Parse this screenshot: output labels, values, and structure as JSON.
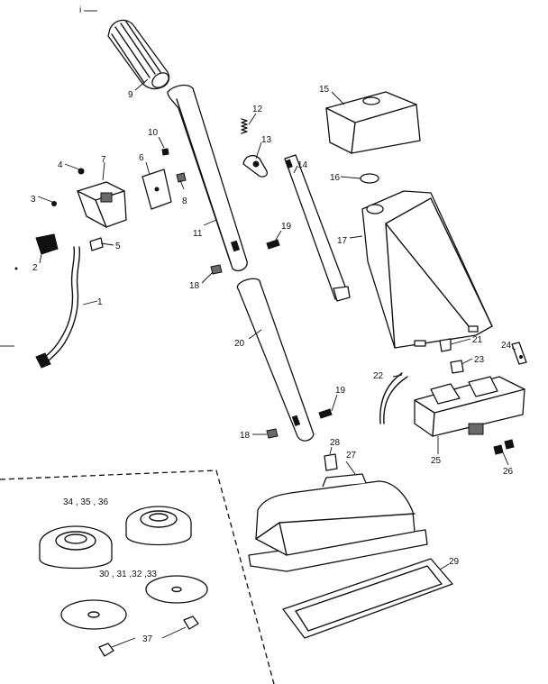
{
  "corner_mark": "i",
  "callouts": [
    {
      "key": "p1",
      "text": "1"
    },
    {
      "key": "p2",
      "text": "2"
    },
    {
      "key": "p3",
      "text": "3"
    },
    {
      "key": "p4",
      "text": "4"
    },
    {
      "key": "p5",
      "text": "5"
    },
    {
      "key": "p6",
      "text": "6"
    },
    {
      "key": "p7",
      "text": "7"
    },
    {
      "key": "p8",
      "text": "8"
    },
    {
      "key": "p9",
      "text": "9"
    },
    {
      "key": "p10",
      "text": "10"
    },
    {
      "key": "p11",
      "text": "11"
    },
    {
      "key": "p12",
      "text": "12"
    },
    {
      "key": "p13",
      "text": "13"
    },
    {
      "key": "p14",
      "text": "14"
    },
    {
      "key": "p15",
      "text": "15"
    },
    {
      "key": "p16",
      "text": "16"
    },
    {
      "key": "p17",
      "text": "17"
    },
    {
      "key": "p18a",
      "text": "18"
    },
    {
      "key": "p18b",
      "text": "18"
    },
    {
      "key": "p19a",
      "text": "19"
    },
    {
      "key": "p19b",
      "text": "19"
    },
    {
      "key": "p20",
      "text": "20"
    },
    {
      "key": "p21",
      "text": "21"
    },
    {
      "key": "p22",
      "text": "22"
    },
    {
      "key": "p23",
      "text": "23"
    },
    {
      "key": "p24",
      "text": "24"
    },
    {
      "key": "p25",
      "text": "25"
    },
    {
      "key": "p26",
      "text": "26"
    },
    {
      "key": "p27",
      "text": "27"
    },
    {
      "key": "p28",
      "text": "28"
    },
    {
      "key": "p29",
      "text": "29"
    },
    {
      "key": "p30",
      "text": "30 , 31 ,32 ,33"
    },
    {
      "key": "p34",
      "text": "34 , 35 , 36"
    },
    {
      "key": "p37",
      "text": "37"
    }
  ]
}
